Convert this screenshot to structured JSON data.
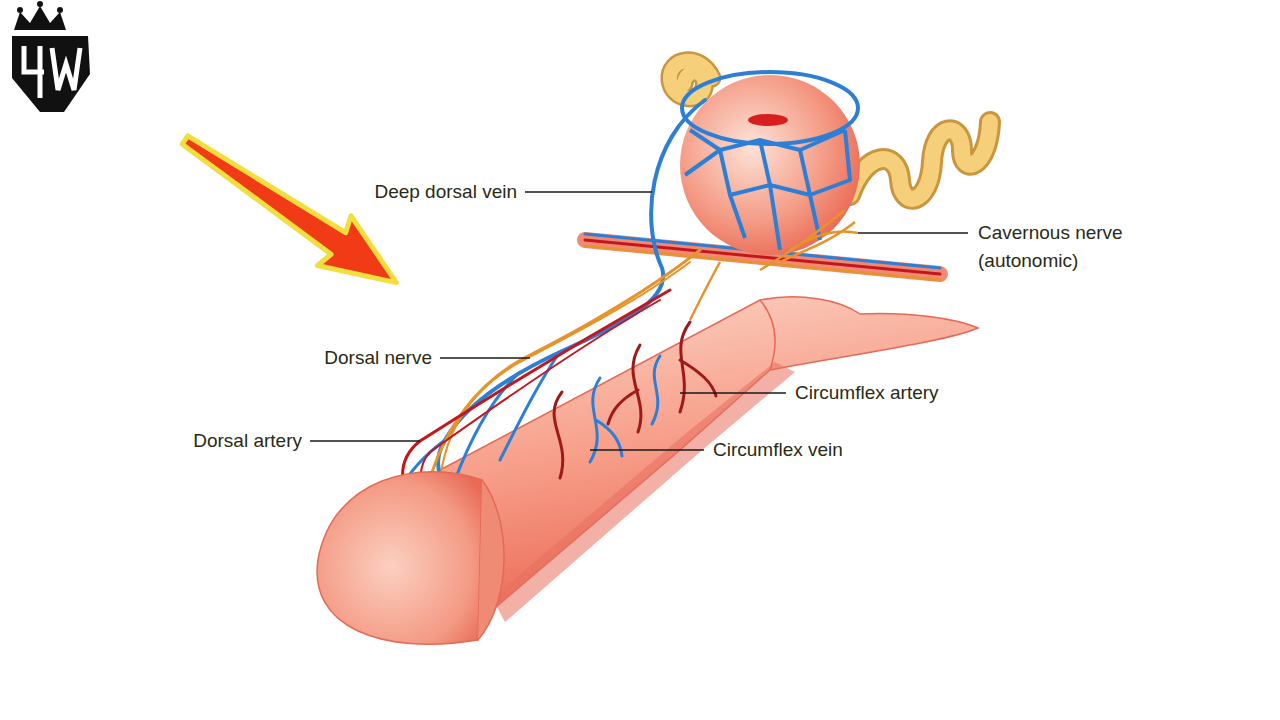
{
  "diagram": {
    "labels": [
      "Deep dorsal vein",
      "Cavernous nerve (autonomic)",
      "Dorsal nerve",
      "Circumflex artery",
      "Dorsal artery",
      "Circumflex vein"
    ]
  }
}
